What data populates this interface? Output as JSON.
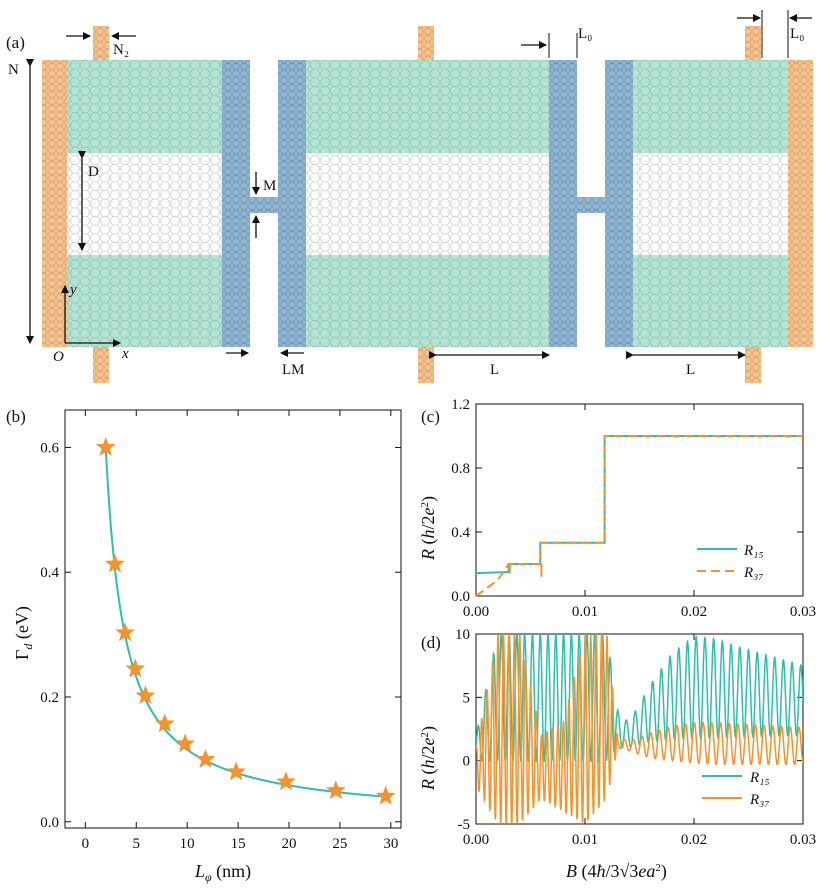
{
  "figure": {
    "panel_labels": [
      "(a)",
      "(b)",
      "(c)",
      "(d)"
    ],
    "device_labels": {
      "N2": "N₂",
      "N": "N",
      "D": "D",
      "M": "M",
      "L0_left": "L₀",
      "L0_right": "L₀",
      "LM": "LM",
      "L_center": "L",
      "L_right": "L",
      "y": "y",
      "x": "x",
      "O": "O"
    },
    "colors": {
      "lead": "#f4c391",
      "lead_stroke": "#d9a168",
      "green": "#b5e3d3",
      "green_stroke": "#8cc5b1",
      "blue": "#93b6d3",
      "blue_stroke": "#6f95b8",
      "white_hex_stroke": "#c9c9c9",
      "teal": "#2bbfae",
      "orange": "#f5922b"
    }
  },
  "chart_data": [
    {
      "panel": "(b)",
      "type": "line",
      "xlabel": "Lφ  (nm)",
      "ylabel": "Γd  (eV)",
      "xlim": [
        -2,
        31
      ],
      "ylim": [
        -0.01,
        0.66
      ],
      "xticks": [
        "0",
        "5",
        "10",
        "15",
        "20",
        "25",
        "30"
      ],
      "yticks": [
        "0.0",
        "0.2",
        "0.4",
        "0.6"
      ],
      "x": [
        2.0,
        2.9,
        3.9,
        4.9,
        5.9,
        7.8,
        9.8,
        11.8,
        14.8,
        19.7,
        24.6,
        29.5
      ],
      "y": [
        0.6,
        0.413,
        0.303,
        0.245,
        0.202,
        0.157,
        0.125,
        0.1,
        0.08,
        0.064,
        0.05,
        0.041
      ]
    },
    {
      "panel": "(c)",
      "type": "line",
      "ylabel": "R  (h/2e²)",
      "xlim": [
        0,
        0.03
      ],
      "ylim": [
        0,
        1.2
      ],
      "xticks": [
        "0.00",
        "0.01",
        "0.02",
        "0.03"
      ],
      "yticks": [
        "0.0",
        "0.4",
        "0.8",
        "1.2"
      ],
      "legend": [
        "R₁₅",
        "R₃₇"
      ],
      "legend_position": "bottom-right",
      "series": [
        {
          "name": "R₁₅",
          "x": [
            0,
            0.003,
            0.003,
            0.0059,
            0.0059,
            0.0118,
            0.0118,
            0.03
          ],
          "y": [
            0.143,
            0.15,
            0.2,
            0.2,
            0.333,
            0.333,
            1.0,
            1.0
          ]
        },
        {
          "name": "R₃₇",
          "x": [
            0,
            0.001,
            0.002,
            0.003,
            0.003,
            0.0059,
            0.0059,
            0.0118,
            0.0118,
            0.03
          ],
          "y": [
            0.0,
            0.05,
            0.1,
            0.2,
            0.2,
            0.2,
            0.333,
            0.333,
            1.0,
            1.0
          ]
        }
      ]
    },
    {
      "panel": "(d)",
      "type": "line",
      "xlabel": "B  (4ħ/3√3ea²)",
      "ylabel": "R  (h/2e²)",
      "xlim": [
        0,
        0.03
      ],
      "ylim": [
        -5,
        10
      ],
      "xticks": [
        "0.00",
        "0.01",
        "0.02",
        "0.03"
      ],
      "yticks": [
        "-5",
        "0",
        "5",
        "10"
      ],
      "legend": [
        "R₁₅",
        "R₃₇"
      ],
      "legend_position": "bottom-right",
      "series": [
        {
          "name": "R₁₅",
          "description_points_x": [
            0.0,
            0.002,
            0.004,
            0.006,
            0.008,
            0.01,
            0.012,
            0.013,
            0.014,
            0.016,
            0.018,
            0.02,
            0.022,
            0.024,
            0.026,
            0.028,
            0.03
          ],
          "envelope_max": [
            2,
            10,
            10,
            10,
            10,
            10,
            10,
            4,
            3,
            6,
            8.5,
            9.8,
            9.6,
            9.0,
            8.5,
            8.0,
            7.5
          ],
          "envelope_min": [
            0,
            0,
            0,
            0,
            0,
            0,
            0,
            1,
            1,
            1.5,
            1.7,
            1.8,
            1.8,
            1.9,
            1.9,
            2.0,
            2.0
          ]
        },
        {
          "name": "R₃₇",
          "description_points_x": [
            0.0,
            0.002,
            0.004,
            0.006,
            0.008,
            0.01,
            0.012,
            0.013,
            0.014,
            0.016,
            0.018,
            0.02,
            0.022,
            0.024,
            0.026,
            0.028,
            0.03
          ],
          "envelope_max": [
            1,
            10,
            10,
            2,
            3,
            10,
            10,
            2,
            1.5,
            2.2,
            2.7,
            3.0,
            3.0,
            2.9,
            2.8,
            2.7,
            2.6
          ],
          "envelope_min": [
            -2,
            -5,
            -5,
            -3,
            -4,
            -5,
            -3,
            1,
            0.8,
            0.2,
            0.0,
            -0.2,
            -0.3,
            -0.3,
            -0.3,
            -0.3,
            -0.3
          ]
        }
      ]
    }
  ]
}
